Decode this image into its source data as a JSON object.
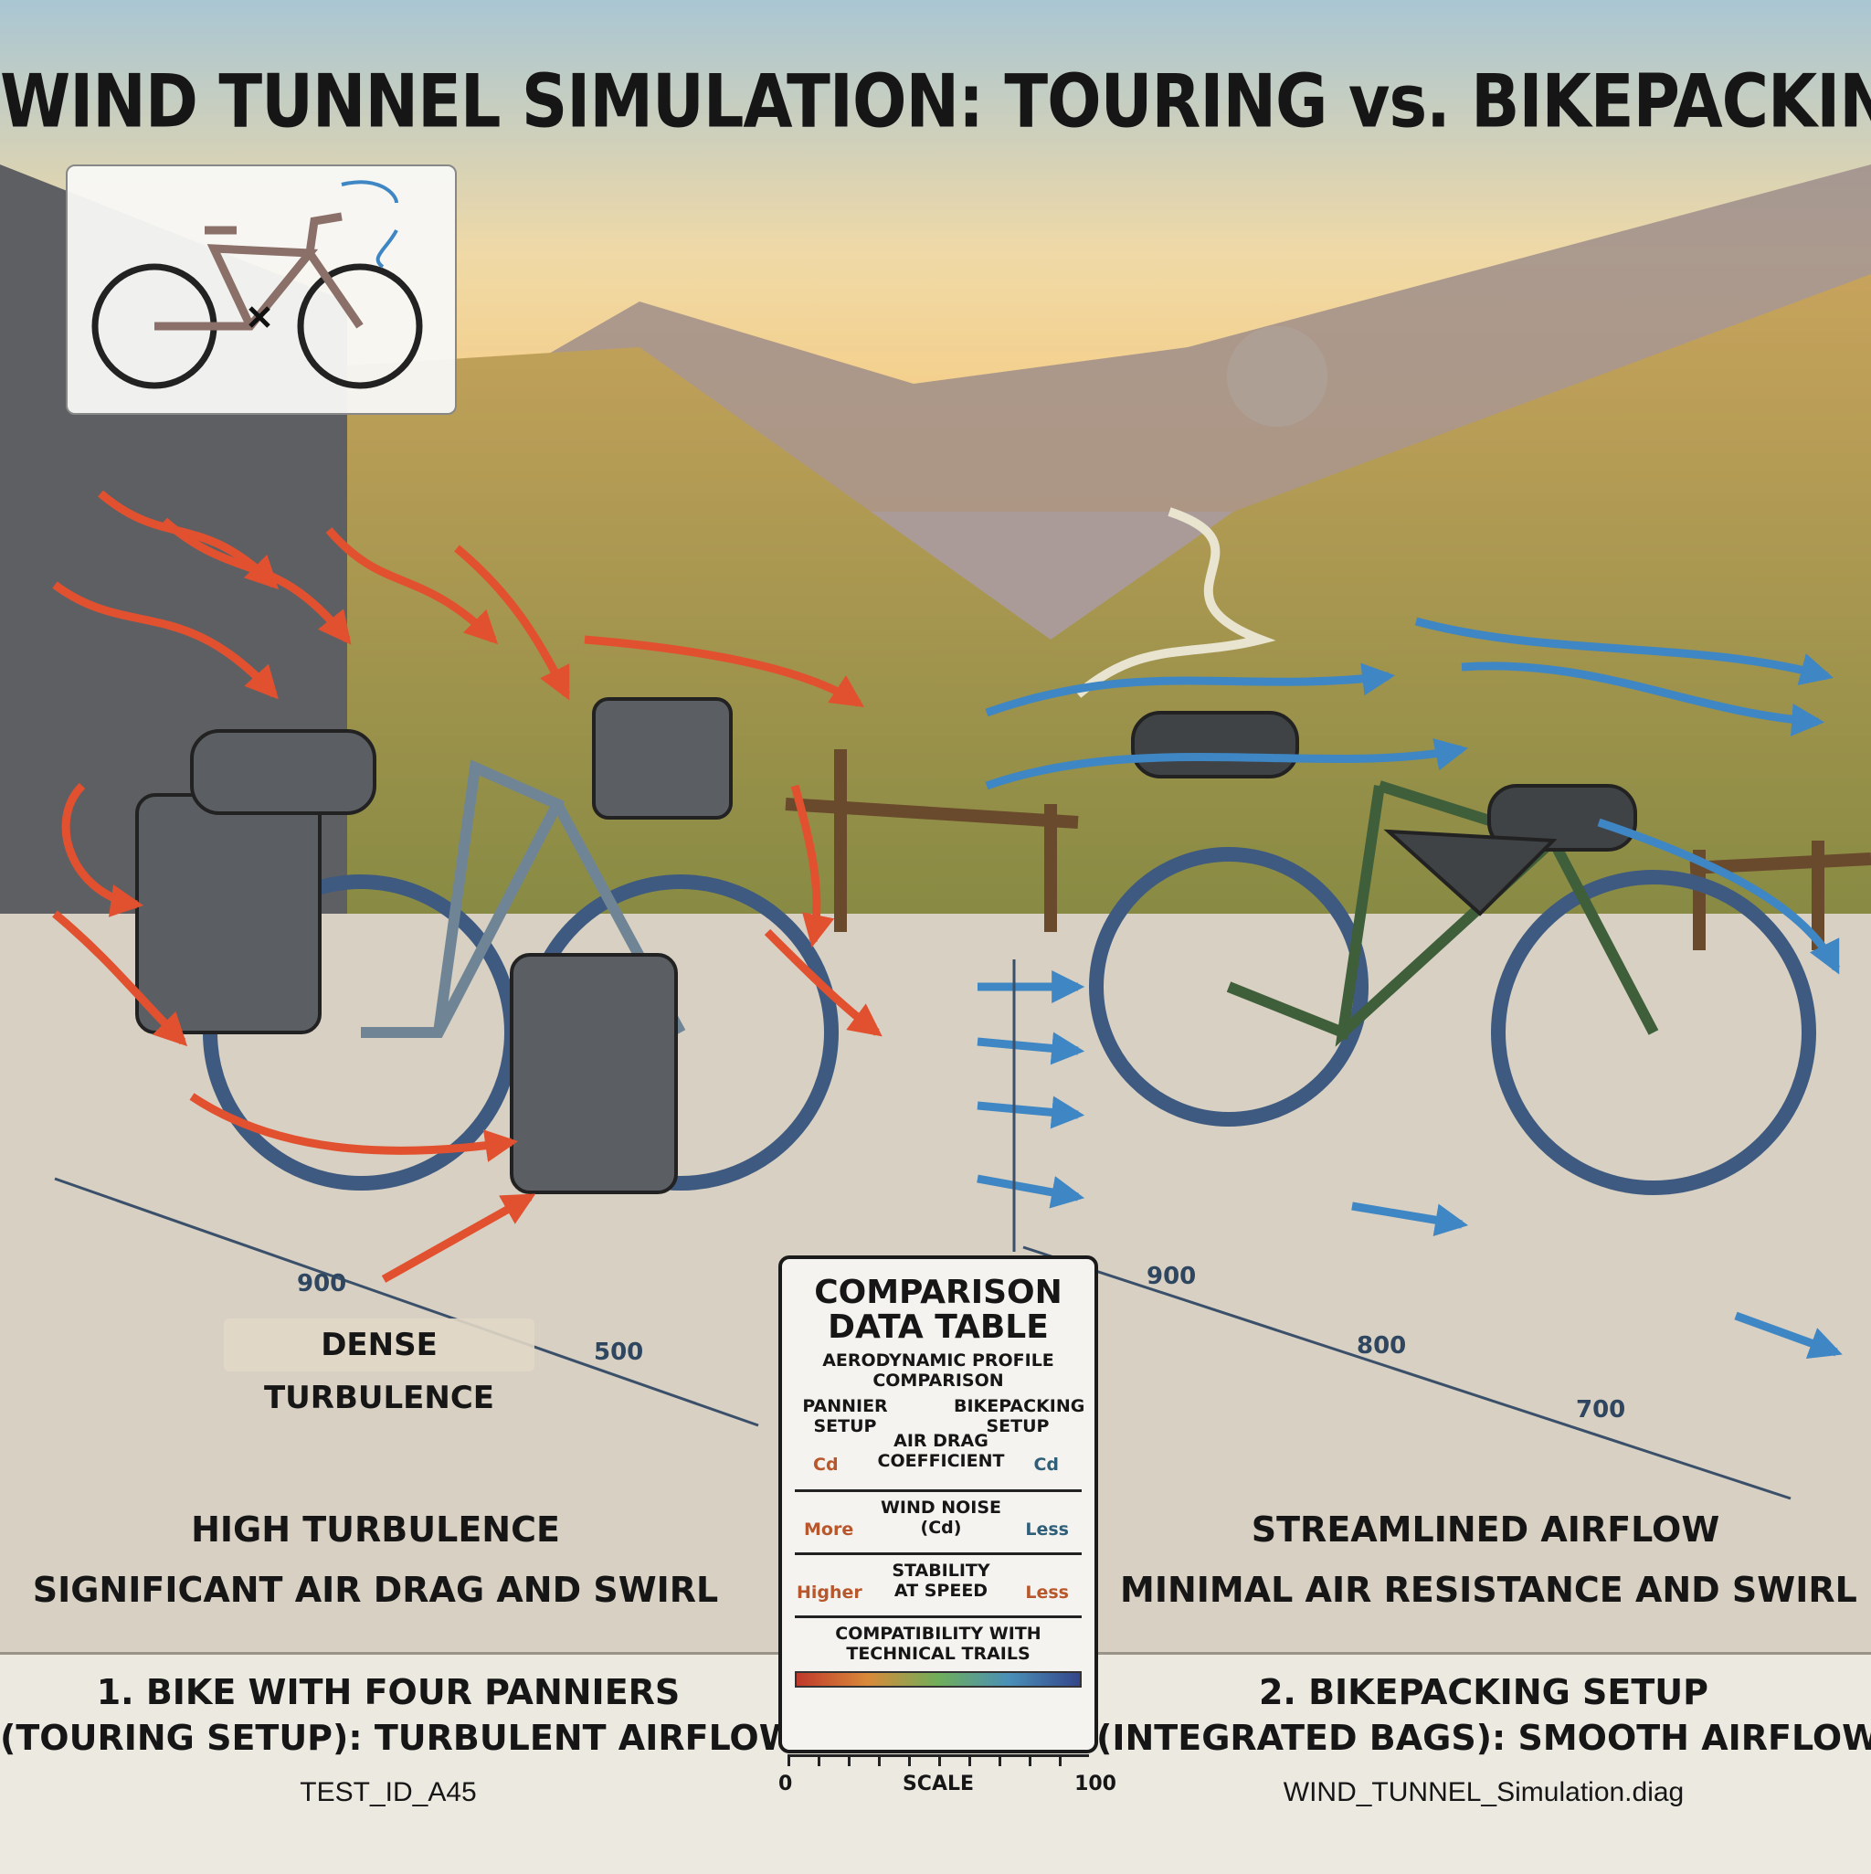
{
  "title": "WIND TUNNEL SIMULATION: TOURING vs. BIKEPACKING",
  "labels": {
    "dense_turbulence": "DENSE TURBULENCE",
    "dimensions_left": [
      "900",
      "500"
    ],
    "dimensions_right": [
      "900",
      "800",
      "700"
    ]
  },
  "left": {
    "heading": "HIGH TURBULENCE",
    "subheading": "SIGNIFICANT AIR DRAG AND SWIRL",
    "caption_line1": "1. BIKE WITH FOUR PANNIERS",
    "caption_line2": "(TOURING SETUP): TURBULENT AIRFLOW",
    "id": "TEST_ID_A45"
  },
  "right": {
    "heading": "STREAMLINED AIRFLOW",
    "subheading": "MINIMAL AIR RESISTANCE AND SWIRL",
    "caption_line1": "2. BIKEPACKING SETUP",
    "caption_line2": "(INTEGRATED BAGS): SMOOTH AIRFLOW",
    "id": "WIND_TUNNEL_Simulation.diag"
  },
  "table": {
    "title_line1": "COMPARISON",
    "title_line2": "DATA TABLE",
    "subtitle_line1": "AERODYNAMIC PROFILE",
    "subtitle_line2": "COMPARISON",
    "col_left_line1": "PANNIER",
    "col_left_line2": "SETUP",
    "col_right_line1": "BIKEPACKING",
    "col_right_line2": "SETUP",
    "rows": [
      {
        "metric_line1": "AIR DRAG",
        "metric_line2": "COEFFICIENT",
        "left": "Cd",
        "right": "Cd"
      },
      {
        "metric_line1": "WIND NOISE",
        "metric_line2": "(Cd)",
        "left": "More",
        "right": "Less"
      },
      {
        "metric_line1": "STABILITY",
        "metric_line2": "AT SPEED",
        "left": "Higher",
        "right": "Less"
      }
    ],
    "last_metric_line1": "COMPATIBILITY WITH",
    "last_metric_line2": "TECHNICAL TRAILS",
    "scale_min": "0",
    "scale_label": "SCALE",
    "scale_max": "100"
  },
  "colors": {
    "turbulent": "#e2512f",
    "smooth": "#3f86c4",
    "sky_top": "#a9c6d3",
    "sun": "#fff4c8"
  }
}
